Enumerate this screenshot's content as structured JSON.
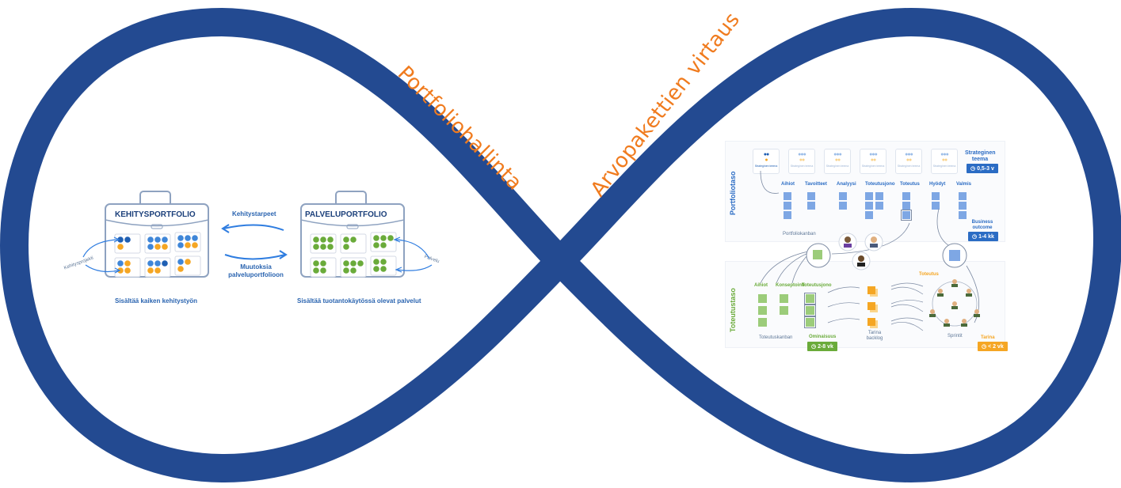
{
  "loop": {
    "left_label": "Portfoliohallinta",
    "right_label": "Arvopakettien virtaus",
    "color": "#234a91",
    "label_color": "#f07b1e"
  },
  "left_diagram": {
    "dev_portfolio": {
      "title": "KEHITYSPORTFOLIO",
      "caption": "Sisältää kaiken kehitystyön",
      "pointer_label": "Kehitysprojekti",
      "box_dots": [
        [
          "dark",
          "dark",
          "orange"
        ],
        [
          "blue",
          "blue",
          "blue",
          "blue",
          "orange",
          "orange"
        ],
        [
          "blue",
          "blue",
          "blue",
          "blue",
          "orange",
          "orange"
        ],
        [
          "blue",
          "orange",
          "orange",
          "orange"
        ],
        [
          "blue",
          "blue",
          "dark",
          "orange",
          "orange"
        ],
        [
          "blue",
          "orange",
          "orange"
        ]
      ]
    },
    "service_portfolio": {
      "title": "PALVELUPORTFOLIO",
      "caption": "Sisältää tuotantokäytössä olevat palvelut",
      "pointer_label": "Palvelu",
      "box_dot_counts": [
        6,
        3,
        5,
        4,
        5,
        4
      ]
    },
    "arrow_top_label": "Kehitystarpeet",
    "arrow_bottom_label": "Muutoksia palveluportfolioon",
    "arrow_bottom_lines": [
      "Muutoksia",
      "palveluportfolioon"
    ]
  },
  "right_diagram": {
    "portfolio_level": {
      "side_label": "Portfoliotaso",
      "theme_card_label_1": "Strateginen",
      "theme_card_label_2": "teema",
      "theme_cards_count": 6,
      "theme_header": [
        "Strateginen",
        "teema"
      ],
      "theme_badge": "0,5-3 v",
      "columns": [
        "Aihiot",
        "Tavoitteet",
        "Analyysi",
        "Toteutusjono",
        "Toteutus",
        "Hyödyt",
        "Valmis"
      ],
      "kanban_label": "Portfoliokanban",
      "outcome_header": [
        "Business",
        "outcome"
      ],
      "outcome_badge": "1-4 kk"
    },
    "delivery_level": {
      "side_label": "Toteutustaso",
      "columns": [
        "Aihiot",
        "Konseptointi",
        "Toteutusjono"
      ],
      "kanban_label": "Toteutuskanban",
      "feature_label": "Ominaisuus",
      "feature_badge": "2-8 vk",
      "backlog_label": [
        "Tarina",
        "backlog"
      ],
      "execution_label": "Toteutus",
      "sprint_label": "Sprintit",
      "story_label": "Tarina",
      "story_badge": "< 2 vk"
    },
    "colors": {
      "blue": "#2b6cc4",
      "green": "#6aab3a",
      "orange": "#f5a623",
      "card_blue": "#7ea7e4",
      "card_green": "#9ccc7a"
    }
  }
}
